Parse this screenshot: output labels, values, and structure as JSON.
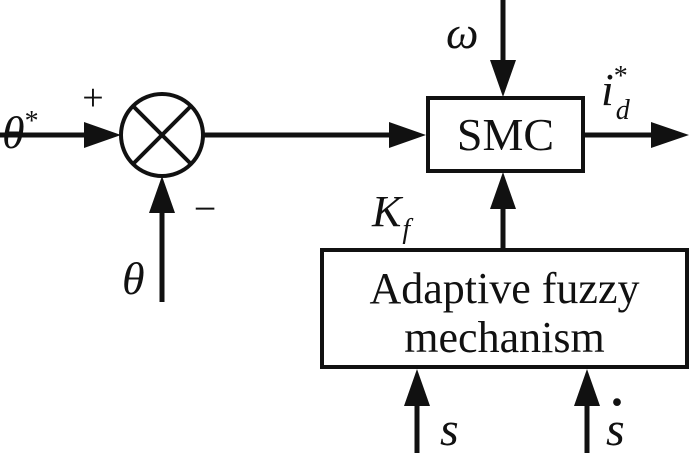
{
  "diagram": {
    "blocks": {
      "smc": {
        "label": "SMC"
      },
      "fuzzy": {
        "line1": "Adaptive fuzzy",
        "line2": "mechanism"
      }
    },
    "signals": {
      "theta_ref": {
        "base": "θ",
        "sup": "*"
      },
      "theta": "θ",
      "omega": "ω",
      "id_ref": {
        "base": "i",
        "sub": "d",
        "sup": "*"
      },
      "kf": {
        "base": "K",
        "sub": "f"
      },
      "s": "s",
      "s_dot": "s",
      "s_dot_accent": "·"
    },
    "summing_junction": {
      "plus_sign": "+",
      "minus_sign": "−"
    }
  }
}
